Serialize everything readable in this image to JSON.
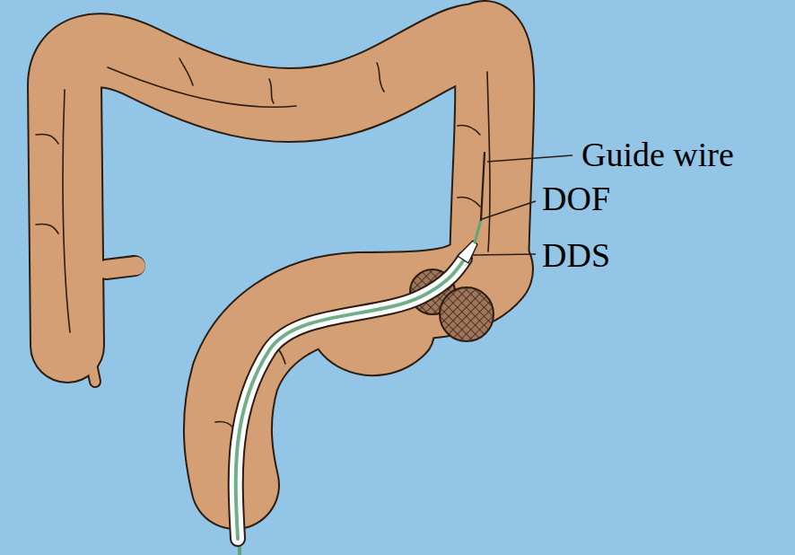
{
  "diagram": {
    "labels": [
      "Guide wire",
      "DOF",
      "DDS"
    ]
  }
}
